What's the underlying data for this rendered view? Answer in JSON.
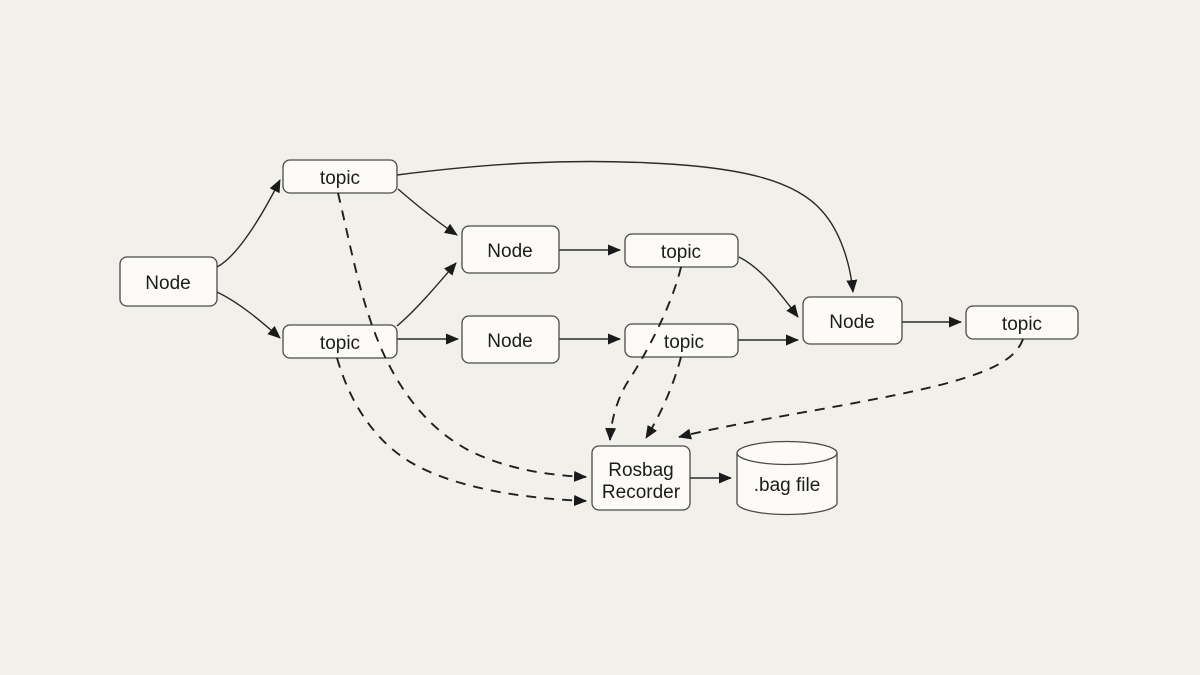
{
  "diagram": {
    "background_color": "#f2f0eb",
    "box_fill_color": "#fcfbf8",
    "box_border_color": "#4a4a4a",
    "solid_edge_color": "#2a2a2a",
    "dashed_edge_color": "#1f1f1f",
    "nodes": {
      "node_left": {
        "label": "Node",
        "shape": "rounded-rect"
      },
      "topic_top": {
        "label": "topic",
        "shape": "rounded-rect"
      },
      "topic_mid_left": {
        "label": "topic",
        "shape": "rounded-rect"
      },
      "node_mid_top": {
        "label": "Node",
        "shape": "rounded-rect"
      },
      "node_mid_bottom": {
        "label": "Node",
        "shape": "rounded-rect"
      },
      "topic_right_top": {
        "label": "topic",
        "shape": "rounded-rect"
      },
      "topic_right_bottom": {
        "label": "topic",
        "shape": "rounded-rect"
      },
      "node_right": {
        "label": "Node",
        "shape": "rounded-rect"
      },
      "topic_far_right": {
        "label": "topic",
        "shape": "rounded-rect"
      },
      "rosbag_recorder": {
        "label_line1": "Rosbag",
        "label_line2": "Recorder",
        "shape": "rounded-rect"
      },
      "bag_file": {
        "label": ".bag file",
        "shape": "cylinder"
      }
    },
    "edges": [
      {
        "from": "node_left",
        "to": "topic_top",
        "style": "solid"
      },
      {
        "from": "node_left",
        "to": "topic_mid_left",
        "style": "solid"
      },
      {
        "from": "topic_top",
        "to": "node_mid_top",
        "style": "solid"
      },
      {
        "from": "topic_top",
        "to": "node_right",
        "style": "solid"
      },
      {
        "from": "topic_mid_left",
        "to": "node_mid_top",
        "style": "solid"
      },
      {
        "from": "topic_mid_left",
        "to": "node_mid_bottom",
        "style": "solid"
      },
      {
        "from": "node_mid_top",
        "to": "topic_right_top",
        "style": "solid"
      },
      {
        "from": "node_mid_bottom",
        "to": "topic_right_bottom",
        "style": "solid"
      },
      {
        "from": "topic_right_top",
        "to": "node_right",
        "style": "solid"
      },
      {
        "from": "topic_right_bottom",
        "to": "node_right",
        "style": "solid"
      },
      {
        "from": "node_right",
        "to": "topic_far_right",
        "style": "solid"
      },
      {
        "from": "topic_top",
        "to": "rosbag_recorder",
        "style": "dashed"
      },
      {
        "from": "topic_mid_left",
        "to": "rosbag_recorder",
        "style": "dashed"
      },
      {
        "from": "topic_right_top",
        "to": "rosbag_recorder",
        "style": "dashed"
      },
      {
        "from": "topic_right_bottom",
        "to": "rosbag_recorder",
        "style": "dashed"
      },
      {
        "from": "topic_far_right",
        "to": "rosbag_recorder",
        "style": "dashed"
      },
      {
        "from": "rosbag_recorder",
        "to": "bag_file",
        "style": "solid"
      }
    ]
  }
}
